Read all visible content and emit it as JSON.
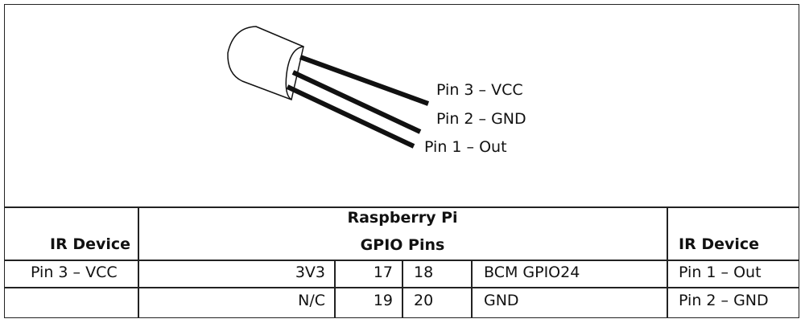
{
  "sensor": {
    "pins": [
      "Pin 3 – VCC",
      "Pin 2 – GND",
      "Pin 1 – Out"
    ]
  },
  "table": {
    "left_header": "IR Device",
    "center_header_line1": "Raspberry Pi",
    "center_header_line2": "GPIO Pins",
    "right_header": "IR Device",
    "rows": [
      {
        "left": "Pin 3 – VCC",
        "name_l": "3V3",
        "pin_l": "17",
        "pin_r": "18",
        "name_r": "BCM GPIO24",
        "right": "Pin 1 – Out"
      },
      {
        "left": "",
        "name_l": "N/C",
        "pin_l": "19",
        "pin_r": "20",
        "name_r": "GND",
        "right": "Pin 2 – GND"
      }
    ]
  }
}
